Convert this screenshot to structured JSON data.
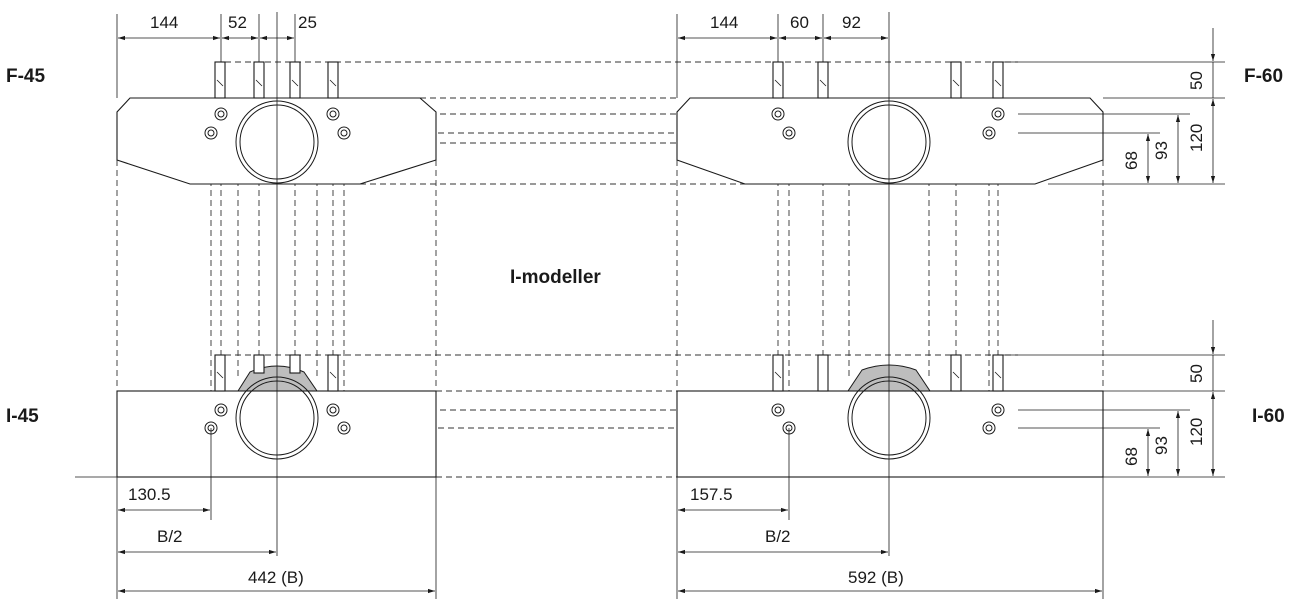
{
  "labels": {
    "f45": "F-45",
    "f60": "F-60",
    "i45": "I-45",
    "i60": "I-60",
    "center": "I-modeller"
  },
  "left": {
    "top_dims": [
      "144",
      "52",
      "25"
    ],
    "bottom_offset": "130.5",
    "half": "B/2",
    "width": "442 (B)"
  },
  "right": {
    "top_dims": [
      "144",
      "60",
      "92"
    ],
    "bottom_offset": "157.5",
    "half": "B/2",
    "width": "592 (B)"
  },
  "side_dims": {
    "f": [
      "50",
      "120",
      "93",
      "68"
    ],
    "i": [
      "50",
      "120",
      "93",
      "68"
    ]
  },
  "colors": {
    "line": "#1a1a1a",
    "pipe_fill": "#bdbdbd"
  }
}
